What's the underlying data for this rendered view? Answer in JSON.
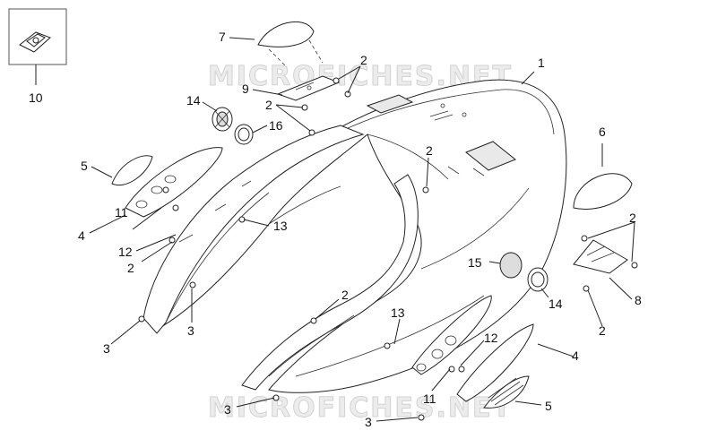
{
  "watermark": {
    "top": "MICROFICHES.NET",
    "bottom": "MICROFICHES.NET"
  },
  "callouts": [
    {
      "id": "c1",
      "label": "1"
    },
    {
      "id": "c2a",
      "label": "2"
    },
    {
      "id": "c2b",
      "label": "2"
    },
    {
      "id": "c2c",
      "label": "2"
    },
    {
      "id": "c2d",
      "label": "2"
    },
    {
      "id": "c2e",
      "label": "2"
    },
    {
      "id": "c2f",
      "label": "2"
    },
    {
      "id": "c2g",
      "label": "2"
    },
    {
      "id": "c3a",
      "label": "3"
    },
    {
      "id": "c3b",
      "label": "3"
    },
    {
      "id": "c3c",
      "label": "3"
    },
    {
      "id": "c3d",
      "label": "3"
    },
    {
      "id": "c4a",
      "label": "4"
    },
    {
      "id": "c4b",
      "label": "4"
    },
    {
      "id": "c5a",
      "label": "5"
    },
    {
      "id": "c5b",
      "label": "5"
    },
    {
      "id": "c6",
      "label": "6"
    },
    {
      "id": "c7",
      "label": "7"
    },
    {
      "id": "c8",
      "label": "8"
    },
    {
      "id": "c9",
      "label": "9"
    },
    {
      "id": "c10",
      "label": "10"
    },
    {
      "id": "c11a",
      "label": "11"
    },
    {
      "id": "c11b",
      "label": "11"
    },
    {
      "id": "c12a",
      "label": "12"
    },
    {
      "id": "c12b",
      "label": "12"
    },
    {
      "id": "c13a",
      "label": "13"
    },
    {
      "id": "c13b",
      "label": "13"
    },
    {
      "id": "c14a",
      "label": "14"
    },
    {
      "id": "c14b",
      "label": "14"
    },
    {
      "id": "c15",
      "label": "15"
    },
    {
      "id": "c16",
      "label": "16"
    }
  ]
}
